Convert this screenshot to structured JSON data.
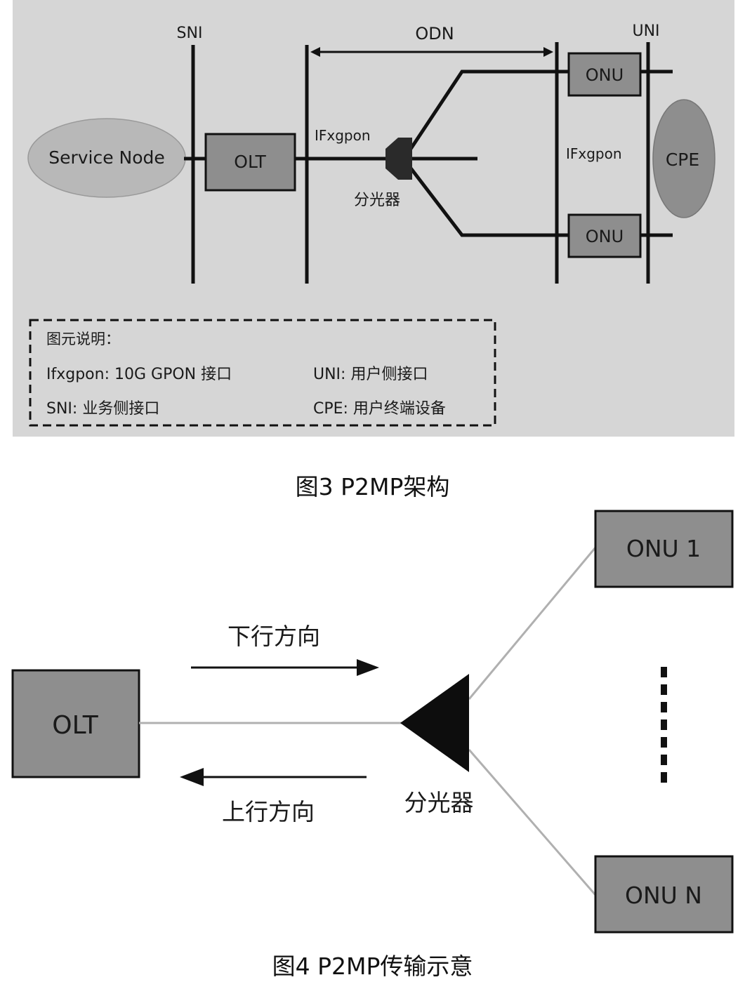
{
  "figure3": {
    "labels": {
      "sni": "SNI",
      "odn": "ODN",
      "uni": "UNI",
      "service_node": "Service Node",
      "olt": "OLT",
      "ifxgpon_left": "IFxgpon",
      "ifxgpon_right": "IFxgpon",
      "splitter": "分光器",
      "onu_top": "ONU",
      "onu_bottom": "ONU",
      "cpe": "CPE"
    },
    "legend": {
      "title": "图元说明：",
      "items": [
        "Ifxgpon: 10G GPON 接口",
        "UNI: 用户侧接口",
        "SNI: 业务侧接口",
        "CPE: 用户终端设备"
      ]
    },
    "caption": "图3  P2MP架构"
  },
  "figure4": {
    "labels": {
      "olt": "OLT",
      "downstream": "下行方向",
      "upstream": "上行方向",
      "splitter": "分光器",
      "onu_1": "ONU 1",
      "onu_n": "ONU N"
    },
    "caption": "图4  P2MP传输示意"
  },
  "colors": {
    "panel_bg": "#d6d6d6",
    "box_fill": "#8e8e8e",
    "ellipse_fill": "#b8b8b8",
    "line": "#111111",
    "fiber_light": "#b0b0b0"
  }
}
